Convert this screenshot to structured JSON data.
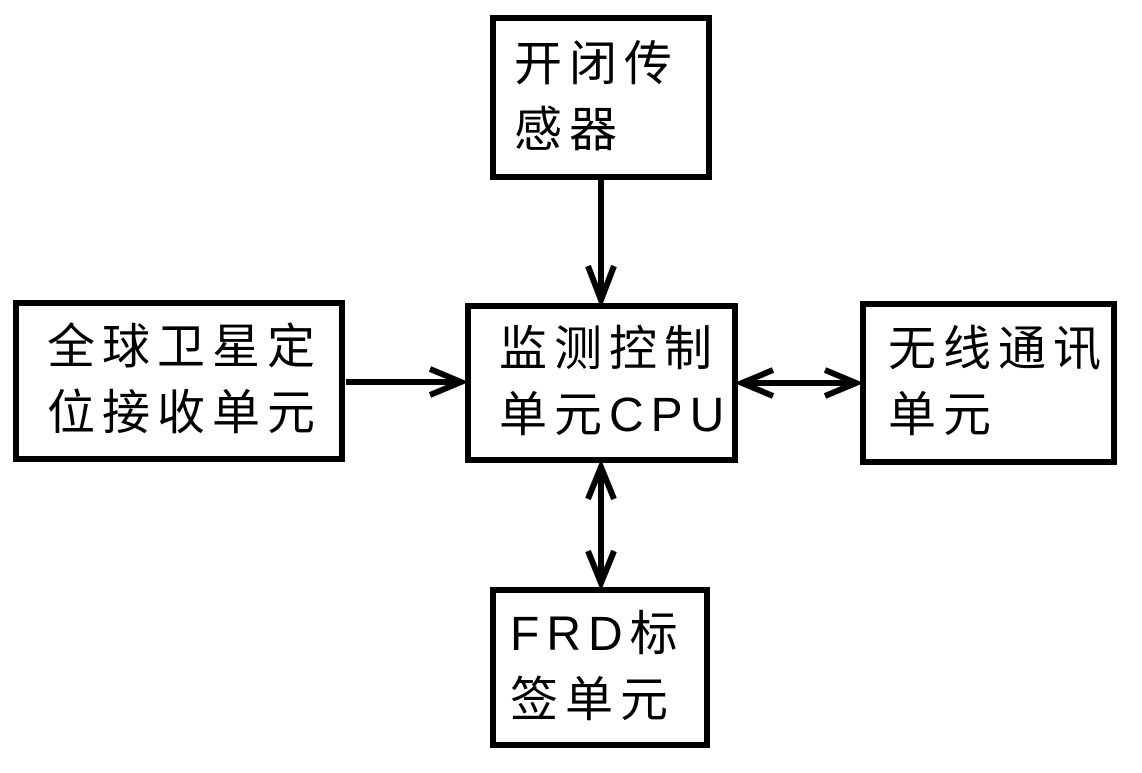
{
  "diagram": {
    "background_color": "#ffffff",
    "stroke_color": "#000000",
    "nodes": {
      "sensor": {
        "label": "开闭传感器",
        "line1": "开闭传",
        "line2": "感器"
      },
      "gps": {
        "label": "全球卫星定位接收单元",
        "line1": "全球卫星定",
        "line2": "位接收单元"
      },
      "cpu": {
        "label": "监测控制单元CPU",
        "line1": "监测控制",
        "line2": "单元CPU"
      },
      "wireless": {
        "label": "无线通讯单元",
        "line1": "无线通讯",
        "line2": "单元"
      },
      "frd": {
        "label": "FRD标签单元",
        "line1": "FRD标",
        "line2": "签单元"
      }
    },
    "edges": [
      {
        "from": "sensor",
        "to": "cpu",
        "bidirectional": false,
        "direction": "down"
      },
      {
        "from": "gps",
        "to": "cpu",
        "bidirectional": false,
        "direction": "right"
      },
      {
        "from": "cpu",
        "to": "wireless",
        "bidirectional": true,
        "direction": "horizontal"
      },
      {
        "from": "cpu",
        "to": "frd",
        "bidirectional": true,
        "direction": "vertical"
      }
    ]
  }
}
